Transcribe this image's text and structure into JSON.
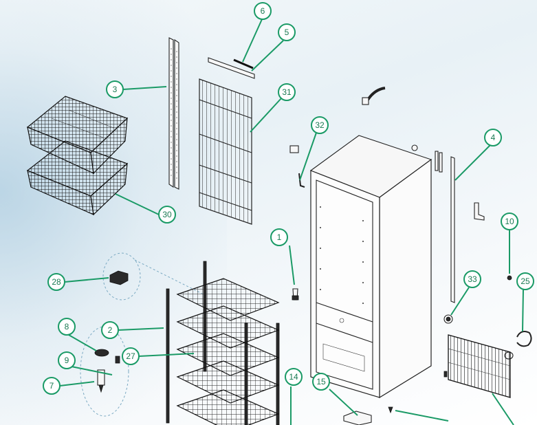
{
  "callouts": [
    {
      "label": "1"
    },
    {
      "label": "2"
    },
    {
      "label": "3"
    },
    {
      "label": "4"
    },
    {
      "label": "5"
    },
    {
      "label": "6"
    },
    {
      "label": "7"
    },
    {
      "label": "8"
    },
    {
      "label": "9"
    },
    {
      "label": "10"
    },
    {
      "label": "14"
    },
    {
      "label": "15"
    },
    {
      "label": "25"
    },
    {
      "label": "27"
    },
    {
      "label": "28"
    },
    {
      "label": "30"
    },
    {
      "label": "31"
    },
    {
      "label": "32"
    },
    {
      "label": "33"
    }
  ],
  "colors": {
    "callout": "#1a9a66",
    "line_art": "#222222"
  }
}
